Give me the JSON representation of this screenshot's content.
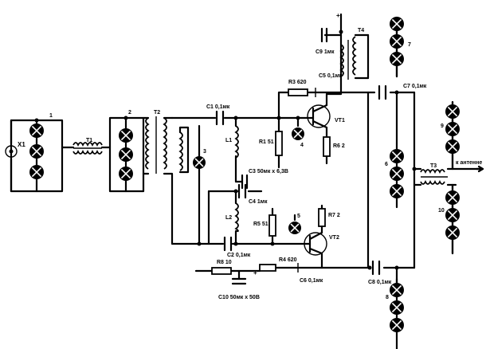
{
  "diagram": {
    "labels": {
      "x1": "X1",
      "n1": "1",
      "n2": "2",
      "n3": "3",
      "n4": "4",
      "n5": "5",
      "n6": "6",
      "n7": "7",
      "n8": "8",
      "n9": "9",
      "n10": "10",
      "t1": "T1",
      "t2": "T2",
      "t3": "T3",
      "t4": "T4",
      "l1": "L1",
      "l2": "L2",
      "c1": "C1 0,1мк",
      "c2": "C2 0,1мк",
      "c3": "C3 50мк x 6,3В",
      "c4": "C4 1мк",
      "c5": "C5 0,1мк",
      "c6": "C6 0,1мк",
      "c7": "C7 0,1мк",
      "c8": "C8 0,1мк",
      "c9": "C9 1мк",
      "c10": "C10 50мк x 50В",
      "r1": "R1 51",
      "r3": "R3 620",
      "r4": "R4 620",
      "r5": "R5 51",
      "r6": "R6 2",
      "r7": "R7 2",
      "r8": "R8 10",
      "vt1": "VT1",
      "vt2": "VT2",
      "plus_top": "+",
      "plus_bottom": "+",
      "output": "к антенне"
    }
  }
}
